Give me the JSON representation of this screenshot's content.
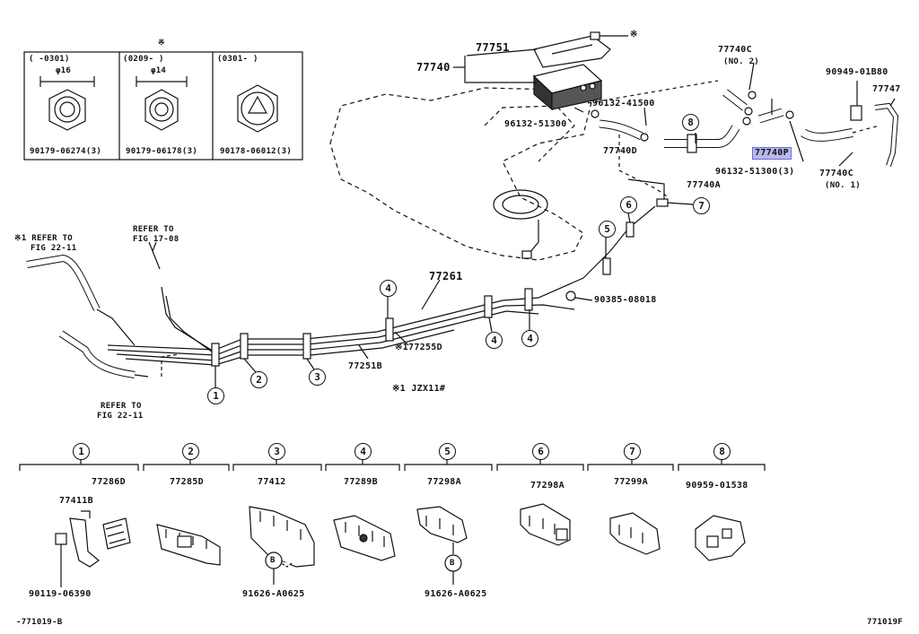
{
  "inset": {
    "note_mark": "※",
    "panels": [
      {
        "date": "(      -0301)",
        "size": "φ16",
        "part": "90179-06274(3)"
      },
      {
        "date": "(0209-      )",
        "size": "φ14",
        "part": "90179-06178(3)"
      },
      {
        "date": "(0301-      )",
        "size": "",
        "part": "90178-06012(3)"
      }
    ]
  },
  "callouts": {
    "p77751": "77751",
    "p77740": "77740",
    "star_top": "※",
    "p96132_41500": "96132-41500",
    "p96132_51300_left": "96132-51300",
    "p77740D": "77740D",
    "p77740C_no2": "77740C",
    "no2": "(NO. 2)",
    "p8": "8",
    "p77740P": "77740P",
    "p96132_51300_3": "96132-51300(3)",
    "p77740A": "77740A",
    "p90949": "90949-01B80",
    "p77747": "77747",
    "p77740C_no1": "77740C",
    "no1": "(NO. 1)",
    "p7": "7",
    "p6": "6",
    "p5": "5",
    "p90385": "90385-08018",
    "refer_fig22_top_1": "※1 REFER TO",
    "refer_fig22_top_2": "FIG 22-11",
    "refer_fig17_1": "REFER TO",
    "refer_fig17_2": "FIG 17-08",
    "p77261": "77261",
    "p4a": "4",
    "p4b": "4",
    "p4c": "4",
    "p177255D": "※177255D",
    "p77251B": "77251B",
    "p1": "1",
    "p2": "2",
    "p3": "3",
    "refer_fig22_bot_1": "REFER TO",
    "refer_fig22_bot_2": "FIG 22-11",
    "note_jzx": "※1 JZX11#"
  },
  "clamps": [
    {
      "num": "1",
      "parts": [
        "77286D",
        "77411B",
        "90119-06390"
      ]
    },
    {
      "num": "2",
      "parts": [
        "77285D"
      ]
    },
    {
      "num": "3",
      "parts": [
        "77412",
        "B",
        "91626-A0625"
      ]
    },
    {
      "num": "4",
      "parts": [
        "77289B"
      ]
    },
    {
      "num": "5",
      "parts": [
        "77298A",
        "B",
        "91626-A0625"
      ]
    },
    {
      "num": "6",
      "parts": [
        "77298A"
      ]
    },
    {
      "num": "7",
      "parts": [
        "77299A"
      ]
    },
    {
      "num": "8",
      "parts": [
        "90959-01538"
      ]
    }
  ],
  "footer": {
    "left": "-771019-B",
    "right": "771019F"
  }
}
